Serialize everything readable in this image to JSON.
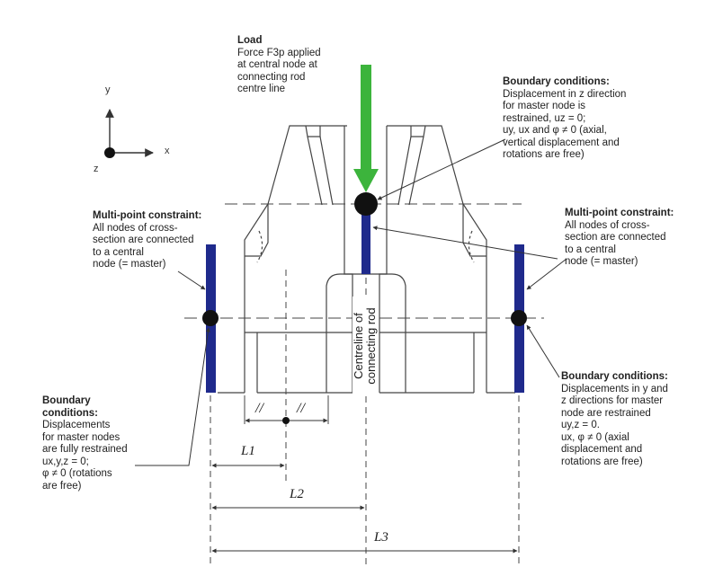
{
  "axes": {
    "x": "x",
    "y": "y",
    "z": "z"
  },
  "load": {
    "title": "Load",
    "lines": [
      "Force F3p applied",
      "at central node at",
      "connecting rod",
      "centre line"
    ]
  },
  "bc_top": {
    "title": "Boundary conditions:",
    "lines": [
      "Displacement in z direction",
      "for master node is",
      "restrained, uz = 0;",
      "uy, ux and φ ≠ 0 (axial,",
      "vertical displacement and",
      "rotations are free)"
    ]
  },
  "mpc_left": {
    "title": "Multi-point constraint:",
    "lines": [
      "All nodes of cross-",
      "section are connected",
      "to a central",
      "node (= master)"
    ]
  },
  "mpc_right": {
    "title": "Multi-point constraint:",
    "lines": [
      "All nodes of cross-",
      "section are connected",
      "to a central",
      "node (= master)"
    ]
  },
  "bc_left": {
    "title_lines": [
      "Boundary",
      "conditions:"
    ],
    "lines": [
      "Displacements",
      "for master nodes",
      "are fully restrained",
      "ux,y,z = 0;",
      "φ ≠ 0 (rotations",
      "are free)"
    ]
  },
  "bc_right": {
    "title": "Boundary conditions:",
    "lines": [
      "Displacements in y and",
      "z directions for master",
      "node are restrained",
      "uy,z = 0.",
      "ux, φ ≠ 0 (axial",
      "displacement and",
      "rotations are free)"
    ]
  },
  "centreline": [
    "Centreline of",
    "connecting rod"
  ],
  "dims": {
    "L1": "L1",
    "L2": "L2",
    "L3": "L3",
    "sym": "//"
  },
  "colors": {
    "load_arrow": "#3cb43c",
    "constraint_bar": "#1f2a8c",
    "node": "#111111",
    "line": "#333333"
  }
}
